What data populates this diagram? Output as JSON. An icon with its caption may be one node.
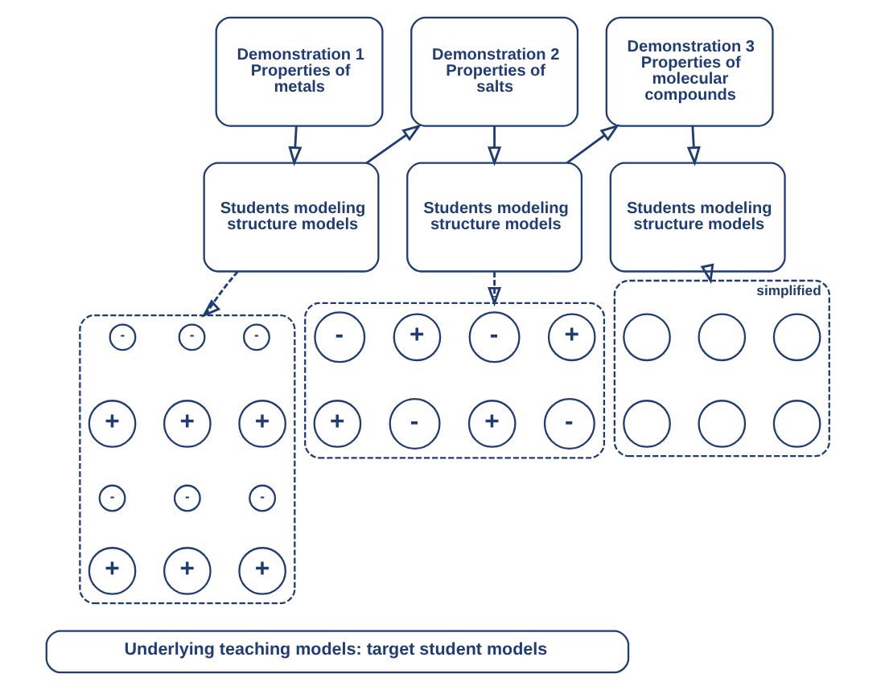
{
  "diagram": {
    "nodes": [
      {
        "text": [
          "Demonstration 1 Properties of metals"
        ]
      },
      {
        "text": [
          "Students modeling structure models"
        ]
      },
      {
        "text": [
          "Demonstration 2 Properties of salts"
        ]
      },
      {
        "text": [
          "Students modeling structure models"
        ]
      },
      {
        "text": [
          "Demonstration 3 Properties of molecular compounds"
        ]
      },
      {
        "text": [
          "Students modeling structure models"
        ]
      },
      {
        "text": [],
        "shape": "box"
      },
      {
        "text": [
          "-"
        ],
        "in": 6
      },
      {
        "text": [
          "-"
        ],
        "in": 6
      },
      {
        "text": [
          "-"
        ],
        "in": 6
      },
      {
        "text": [
          "+"
        ],
        "in": 6
      },
      {
        "text": [
          "+"
        ],
        "in": 6
      },
      {
        "text": [
          "+"
        ],
        "in": 6
      },
      {
        "text": [
          "-"
        ],
        "in": 6
      },
      {
        "text": [
          "-"
        ],
        "in": 6
      },
      {
        "text": [
          "-"
        ],
        "in": 6
      },
      {
        "text": [
          "+"
        ],
        "in": 6
      },
      {
        "text": [
          "+"
        ],
        "in": 6
      },
      {
        "text": [
          "+"
        ],
        "in": 6
      },
      {
        "text": [],
        "shape": "box"
      },
      {
        "text": [
          "-"
        ],
        "in": 19
      },
      {
        "text": [
          "+"
        ],
        "in": 19
      },
      {
        "text": [
          "-"
        ],
        "in": 19
      },
      {
        "text": [
          "+"
        ],
        "in": 19
      },
      {
        "text": [
          "+"
        ],
        "in": 19
      },
      {
        "text": [
          "-"
        ],
        "in": 19
      },
      {
        "text": [
          "+"
        ],
        "in": 19
      },
      {
        "text": [
          "-"
        ],
        "in": 19
      },
      {
        "text": [
          "simplified"
        ]
      },
      {
        "text": [],
        "shape": "circle",
        "in": 28
      },
      {
        "text": [],
        "shape": "circle",
        "in": 28
      },
      {
        "text": [],
        "shape": "circle",
        "in": 28
      },
      {
        "text": [],
        "shape": "circle",
        "in": 28
      },
      {
        "text": [],
        "shape": "circle",
        "in": 28
      },
      {
        "text": [],
        "shape": "circle",
        "in": 28
      },
      {
        "text": [
          "Underlying teaching models: target student models"
        ]
      }
    ],
    "edges": [
      {
        "from": 0,
        "to": 1,
        "arrow": "to"
      },
      {
        "from": 1,
        "to": 2,
        "arrow": "to"
      },
      {
        "from": 2,
        "to": 3,
        "arrow": "to"
      },
      {
        "from": 3,
        "to": 4,
        "arrow": "to"
      },
      {
        "from": 4,
        "to": 5,
        "arrow": "to"
      },
      {
        "from": 1,
        "to": 6,
        "arrow": "to",
        "style": "dashed"
      },
      {
        "from": 3,
        "to": 19,
        "arrow": "to",
        "style": "dashed"
      },
      {
        "from": 5,
        "to": 28,
        "arrow": "to",
        "style": "dashed"
      }
    ]
  }
}
